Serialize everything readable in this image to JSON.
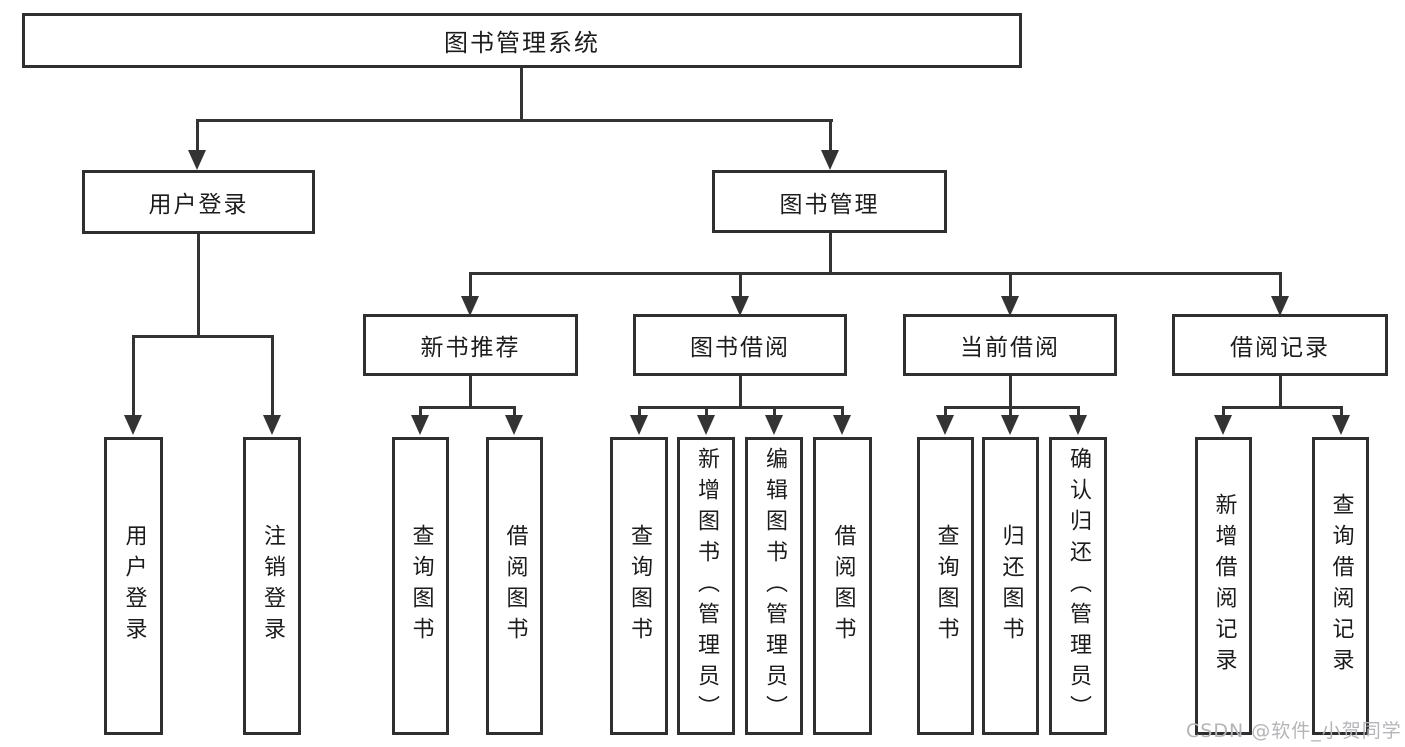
{
  "colors": {
    "line": "#333333",
    "box_border": "#2f2f2f",
    "box_fill": "#ffffff",
    "text": "#1c1c1c",
    "background": "#ffffff",
    "watermark": "#b5b5b9"
  },
  "watermark": {
    "text": "CSDN @软件_小贺同学"
  },
  "tree": {
    "root": {
      "label": "图书管理系统"
    },
    "branches": [
      {
        "label": "用户登录",
        "children": [
          {
            "label": "用户登录"
          },
          {
            "label": "注销登录"
          }
        ]
      },
      {
        "label": "图书管理",
        "children": [
          {
            "label": "新书推荐",
            "children": [
              {
                "label": "查询图书"
              },
              {
                "label": "借阅图书"
              }
            ]
          },
          {
            "label": "图书借阅",
            "children": [
              {
                "label": "查询图书"
              },
              {
                "label": "新增图书（管理员）"
              },
              {
                "label": "编辑图书（管理员）"
              },
              {
                "label": "借阅图书"
              }
            ]
          },
          {
            "label": "当前借阅",
            "children": [
              {
                "label": "查询图书"
              },
              {
                "label": "归还图书"
              },
              {
                "label": "确认归还（管理员）"
              }
            ]
          },
          {
            "label": "借阅记录",
            "children": [
              {
                "label": "新增借阅记录"
              },
              {
                "label": "查询借阅记录"
              }
            ]
          }
        ]
      }
    ]
  }
}
